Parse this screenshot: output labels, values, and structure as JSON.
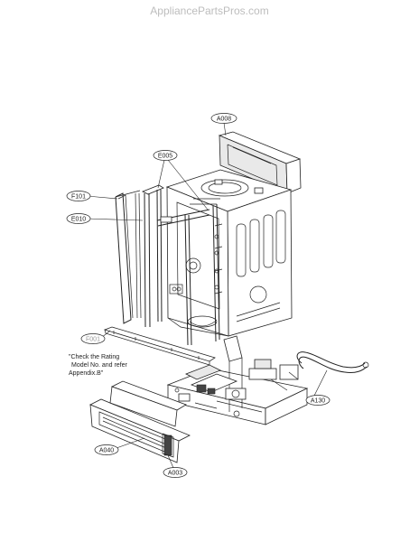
{
  "header": {
    "site": "AppliancePartsPros.com"
  },
  "callouts": {
    "a008": "A008",
    "e005": "E005",
    "f101": "F101",
    "e010": "E010",
    "f001": "F001",
    "a130": "A130",
    "a040": "A040",
    "a003": "A003"
  },
  "note": {
    "line1": "\"Check the Rating",
    "line2": "Model No. and refer",
    "line3": "Appendix.B\""
  }
}
